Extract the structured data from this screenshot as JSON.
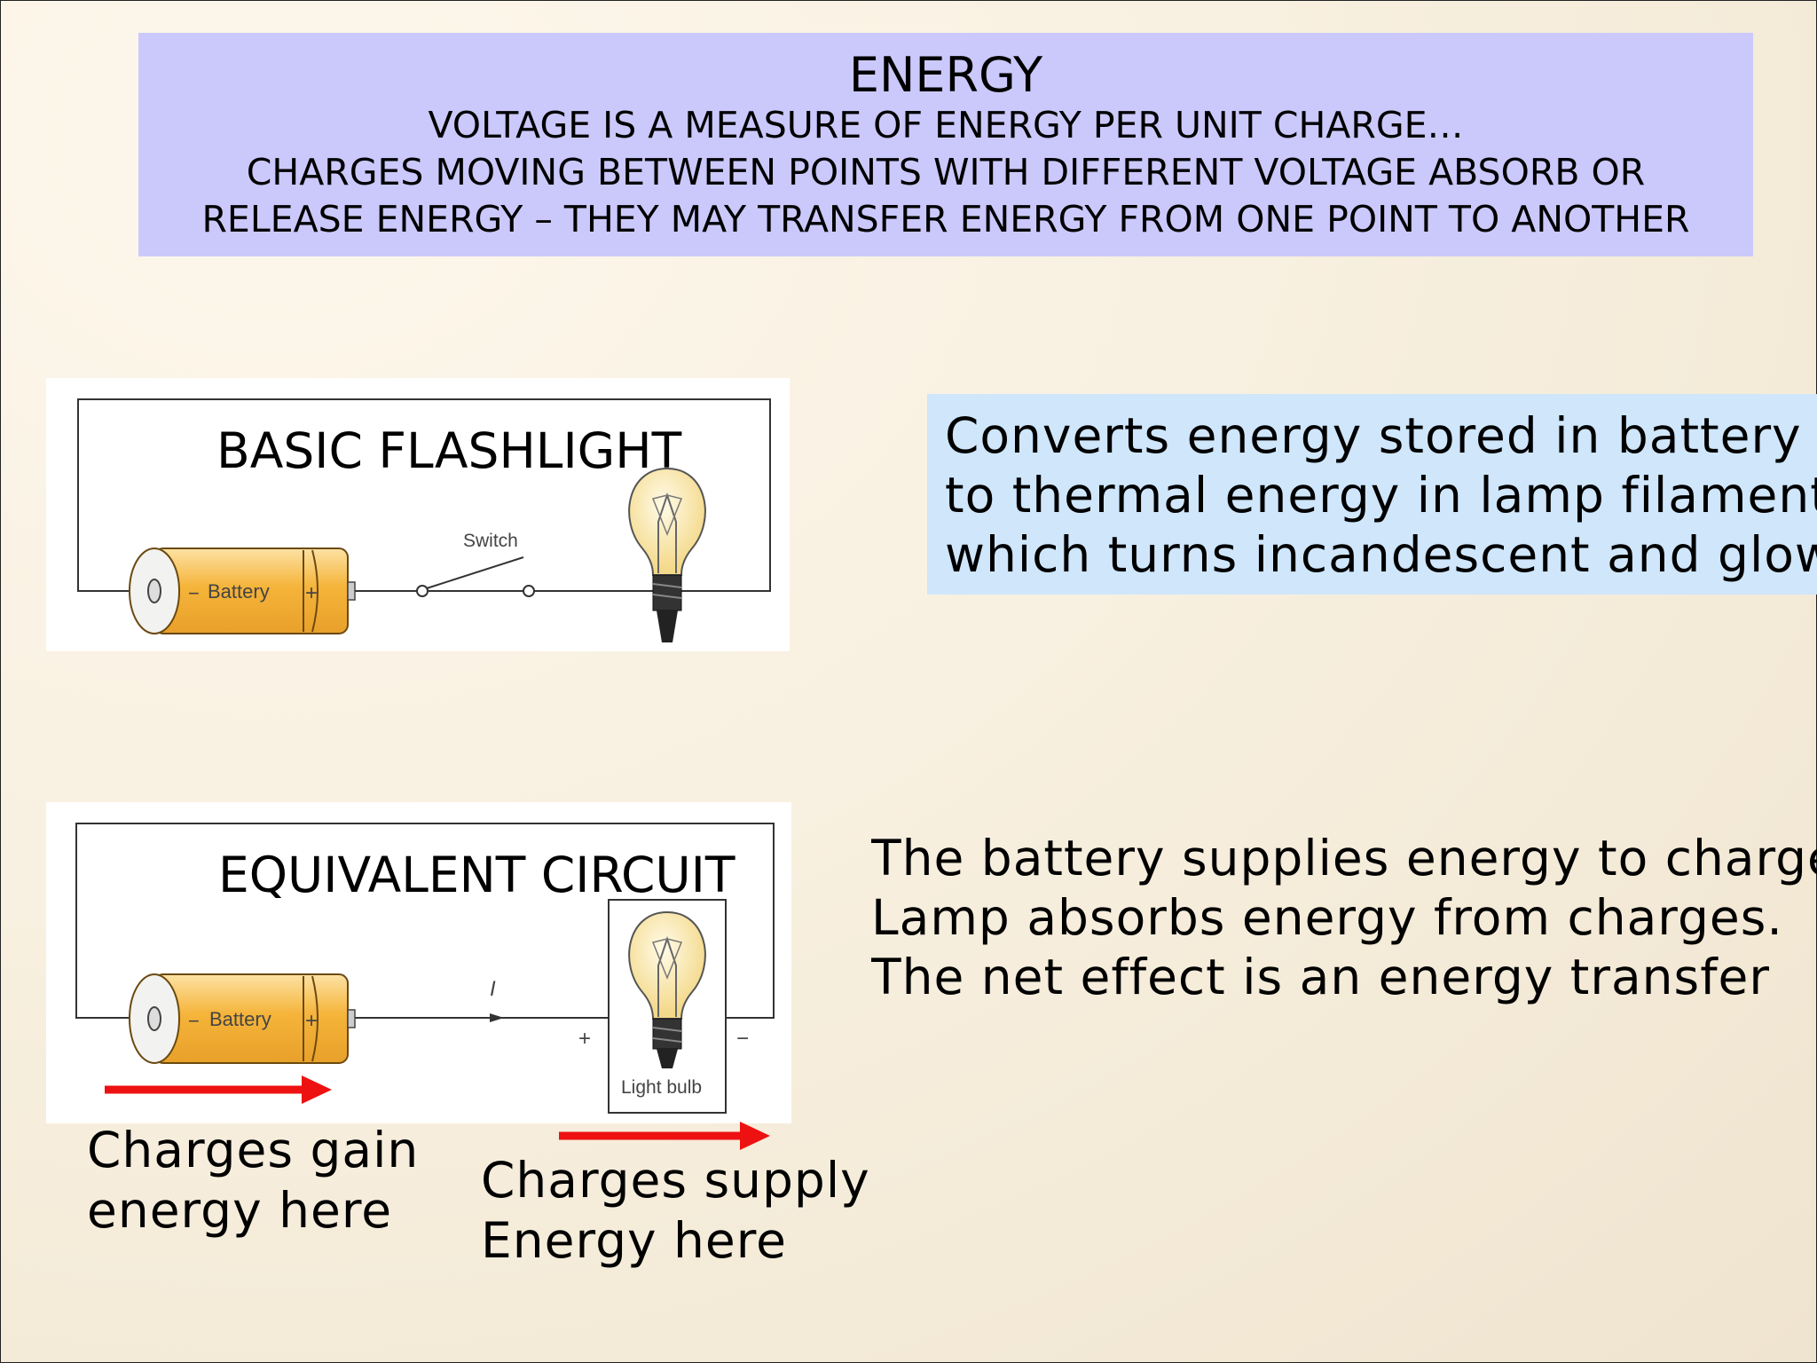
{
  "header": {
    "title": "ENERGY",
    "line1": "VOLTAGE IS A MEASURE OF ENERGY PER UNIT CHARGE…",
    "line2": "CHARGES MOVING BETWEEN POINTS WITH DIFFERENT VOLTAGE ABSORB OR",
    "line3": "RELEASE ENERGY – THEY MAY TRANSFER ENERGY FROM ONE POINT TO ANOTHER"
  },
  "flashlight": {
    "title": "BASIC FLASHLIGHT",
    "battery_label": "Battery",
    "switch_label": "Switch",
    "minus": "−",
    "plus": "+"
  },
  "flashlight_description": {
    "lines": [
      "Converts energy stored in battery",
      "to thermal energy in lamp filament",
      "which turns incandescent and glows"
    ]
  },
  "equivalent": {
    "title": "EQUIVALENT CIRCUIT",
    "battery_label": "Battery",
    "current_label": "I",
    "bulb_label": "Light bulb",
    "minus": "−",
    "plus": "+"
  },
  "energy_description": {
    "lines": [
      "The battery supplies energy to charges.",
      "Lamp absorbs energy from charges.",
      "The net effect is an energy transfer"
    ]
  },
  "captions": {
    "gain_line1": "Charges gain",
    "gain_line2": "energy here",
    "supply_line1": "Charges supply",
    "supply_line2": "Energy here"
  },
  "colors": {
    "header_bg": "#cbc9fb",
    "desc_bg": "#cfe6fb",
    "arrow": "#ee1111",
    "battery": "#f5b43a"
  }
}
